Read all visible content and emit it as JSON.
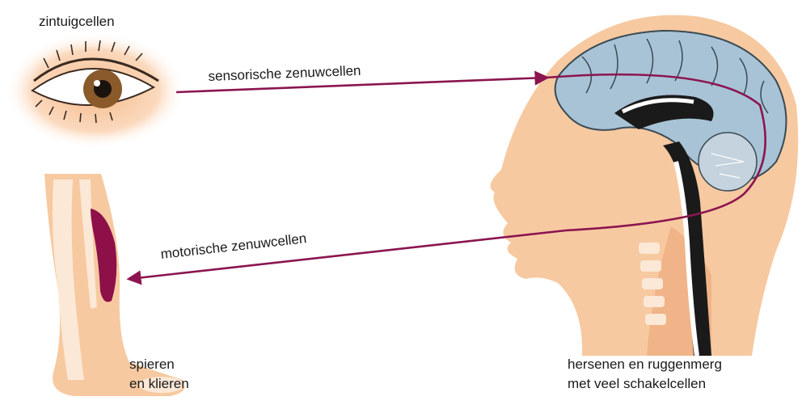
{
  "labels": {
    "sense_cells": "zintuigcellen",
    "sensory_neurons": "sensorische zenuwcellen",
    "motor_neurons": "motorische zenuwcellen",
    "effectors_line1": "spieren",
    "effectors_line2": "en klieren",
    "cns_line1": "hersenen en ruggenmerg",
    "cns_line2": "met veel schakelcellen"
  },
  "colors": {
    "nerve_path": "#8b1550",
    "skin": "#f7c9a0",
    "skin_dark": "#f0b488",
    "brain": "#a9c3d6",
    "muscle": "#8e1048",
    "bone": "#fbe8d6",
    "iris": "#8a5a2b"
  }
}
